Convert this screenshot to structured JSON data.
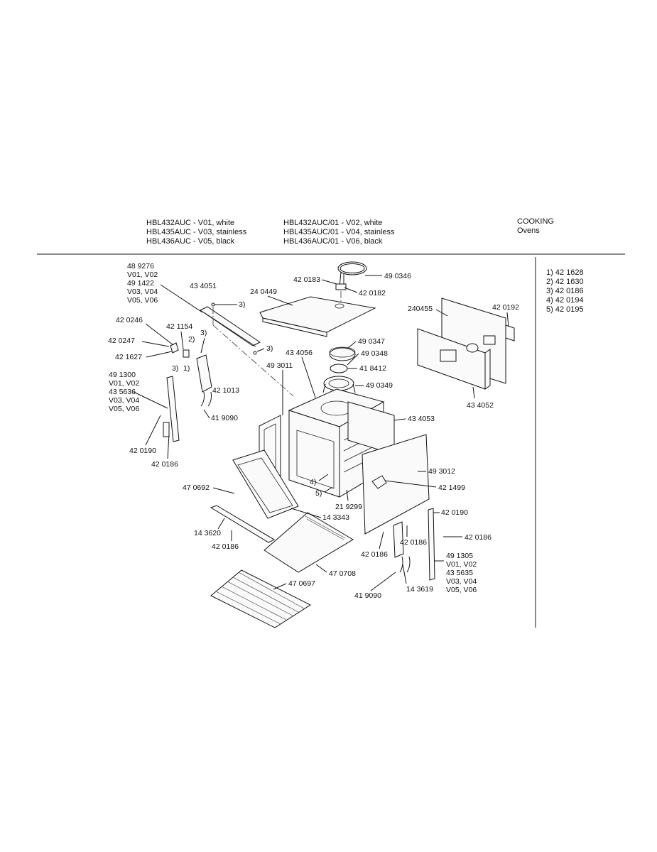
{
  "header": {
    "models_v1": [
      "HBL432AUC - V01, white",
      "HBL435AUC - V03, stainless",
      "HBL436AUC - V05, black"
    ],
    "models_v2": [
      "HBL432AUC/01 - V02, white",
      "HBL435AUC/01 - V04, stainless",
      "HBL436AUC/01 - V06, black"
    ],
    "category": "COOKING",
    "subcategory": "Ovens"
  },
  "legend": [
    "1) 42 1628",
    "2) 42 1630",
    "3) 42 0186",
    "4) 42 0194",
    "5) 42 0195"
  ],
  "labels": {
    "l489276": "48 9276",
    "lv0102a": "V01, V02",
    "l491422": "49 1422",
    "lv0304a": "V03, V04",
    "lv0506a": "V05, V06",
    "l434051": "43 4051",
    "l3a": "3)",
    "l240449": "24 0449",
    "l420183": "42 0183",
    "l490346": "49 0346",
    "l420182": "42 0182",
    "l240455": "240455",
    "l420192": "42 0192",
    "l420246": "42 0246",
    "l421154": "42 1154",
    "l2a": "2)",
    "l3b": "3)",
    "l420247": "42 0247",
    "l3c": "3)",
    "l421627": "42 1627",
    "l490347": "49 0347",
    "l490348": "49 0348",
    "l434056": "43 4056",
    "l493011": "49 3011",
    "l418412": "41 8412",
    "l3d": "3)",
    "l1a": "1)",
    "l491300": "49 1300",
    "lv0102b": "V01, V02",
    "l435636": "43 5636",
    "lv0304b": "V03, V04",
    "lv0506b": "V05, V06",
    "l421013": "42 1013",
    "l490349": "49 0349",
    "l434052": "43 4052",
    "l419090a": "41 9090",
    "l434053": "43 4053",
    "l420190a": "42 0190",
    "l420186a": "42 0186",
    "l493012": "49 3012",
    "l470692": "47 0692",
    "l4a": "4)",
    "l5a": "5)",
    "l421499": "42 1499",
    "l219299": "21 9299",
    "l143343": "14 3343",
    "l420190b": "42 0190",
    "l143620": "14 3620",
    "l420186b": "42 0186",
    "l420186c": "42 0186",
    "l420186d": "42 0186",
    "l420186e": "42 0186",
    "l491305": "49 1305",
    "lv0102c": "V01, V02",
    "l435635": "43 5635",
    "lv0304c": "V03, V04",
    "lv0506c": "V05, V06",
    "l470708": "47 0708",
    "l470697": "47 0697",
    "l143619": "14 3619",
    "l419090b": "41 9090"
  }
}
